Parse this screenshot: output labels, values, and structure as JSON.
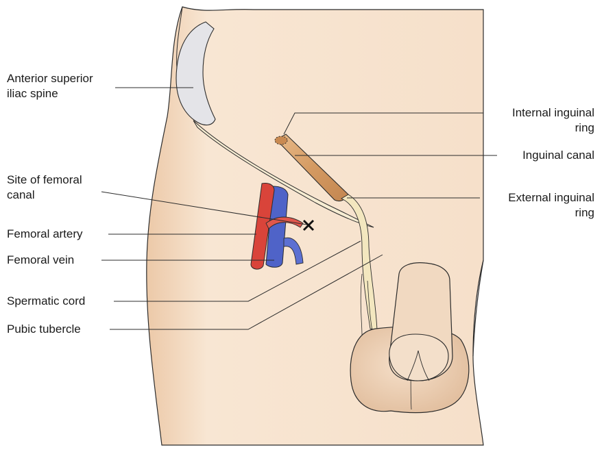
{
  "labels": {
    "asis": {
      "line1": "Anterior superior",
      "line2": "iliac spine"
    },
    "femoral_canal": {
      "line1": "Site of femoral",
      "line2": "canal"
    },
    "femoral_artery": "Femoral artery",
    "femoral_vein": "Femoral vein",
    "spermatic_cord": "Spermatic cord",
    "pubic_tubercle": "Pubic tubercle",
    "internal_ring": {
      "line1": "Internal inguinal",
      "line2": "ring"
    },
    "inguinal_canal": "Inguinal canal",
    "external_ring": {
      "line1": "External inguinal",
      "line2": "ring"
    }
  },
  "colors": {
    "skin": "#f7e2cd",
    "skin_shadow": "#e9c6a6",
    "outline": "#2b2b2b",
    "artery": "#d9443a",
    "vein": "#4f63c8",
    "canal": "#d9a06a",
    "cord": "#f4e9c2",
    "bone": "#e3e3e6"
  }
}
